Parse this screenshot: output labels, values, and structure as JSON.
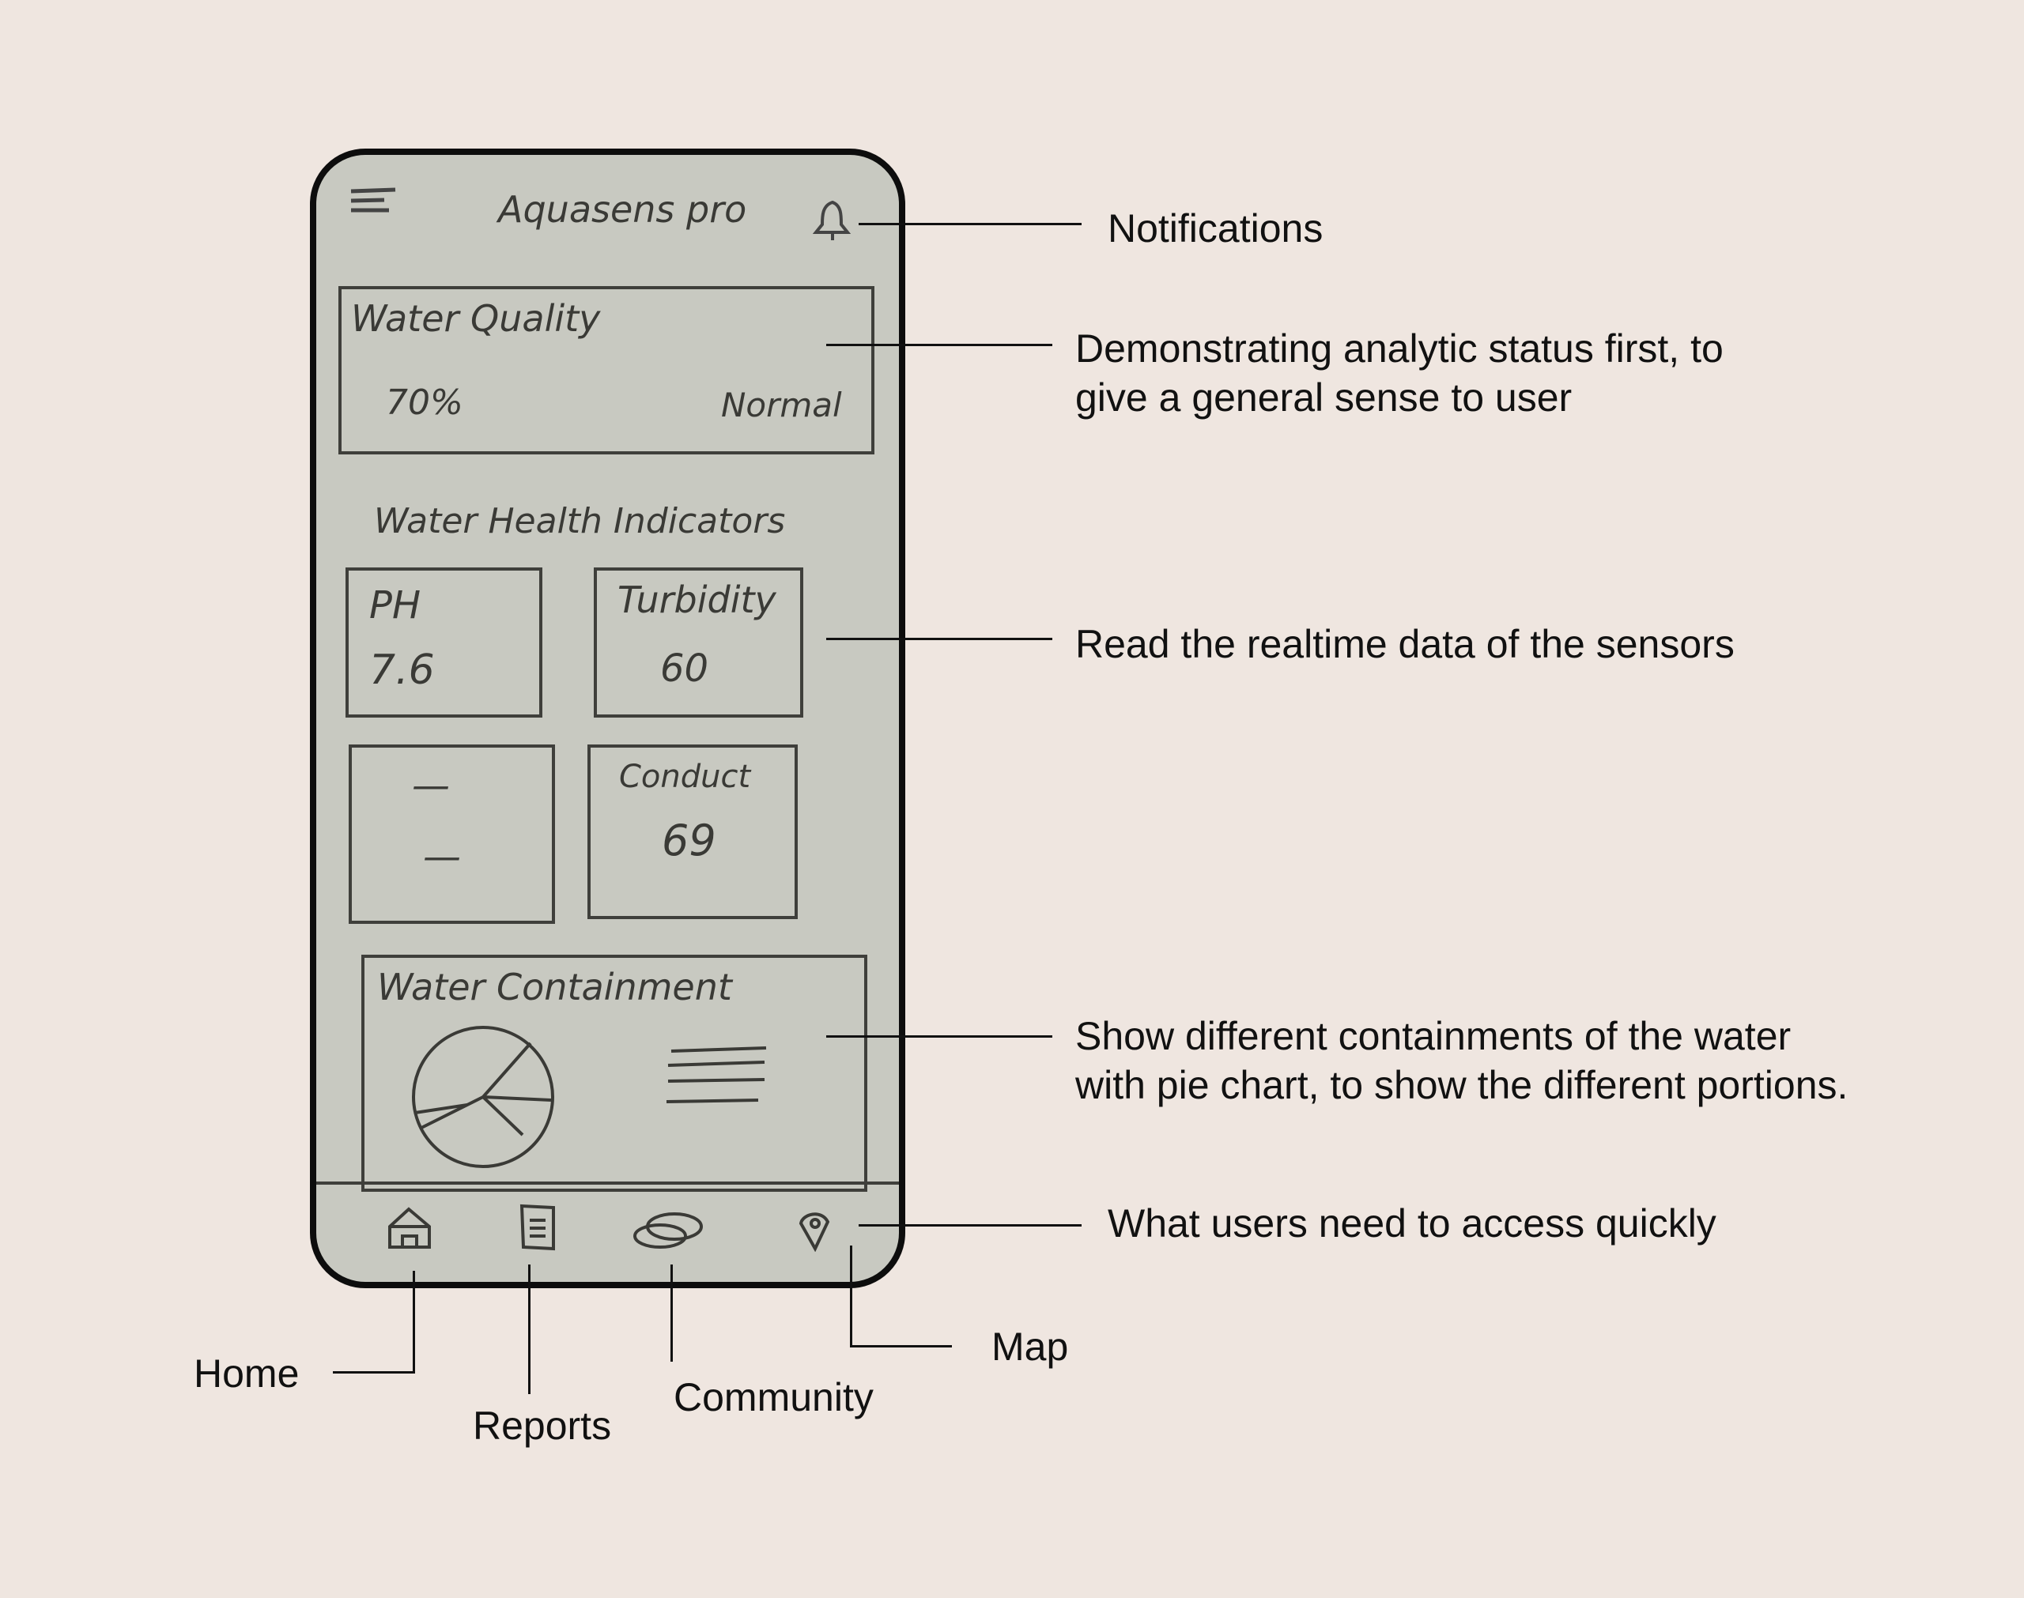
{
  "app": {
    "title": "Aquasens pro",
    "menu_icon": "hamburger-menu-icon",
    "notification_icon": "bell-icon"
  },
  "water_quality": {
    "title": "Water Quality",
    "percent": "70%",
    "status": "Normal"
  },
  "indicators": {
    "heading": "Water Health Indicators",
    "cards": [
      {
        "label": "PH",
        "value": "7.6"
      },
      {
        "label": "Turbidity",
        "value": "60"
      },
      {
        "label": "—",
        "value": "—"
      },
      {
        "label": "Conduct",
        "value": "69"
      }
    ]
  },
  "containment": {
    "title": "Water Containment"
  },
  "nav": [
    {
      "icon": "home-icon",
      "label": "Home"
    },
    {
      "icon": "reports-icon",
      "label": "Reports"
    },
    {
      "icon": "community-icon",
      "label": "Community"
    },
    {
      "icon": "map-pin-icon",
      "label": "Map"
    }
  ],
  "annotations": {
    "notifications": "Notifications",
    "analytic_line1": "Demonstrating analytic status first, to",
    "analytic_line2": "give a general sense to user",
    "sensors": "Read the realtime data of the sensors",
    "containment_line1": "Show different containments of the water",
    "containment_line2": "with pie chart, to show the different portions.",
    "quick_access": "What users need to access quickly"
  }
}
